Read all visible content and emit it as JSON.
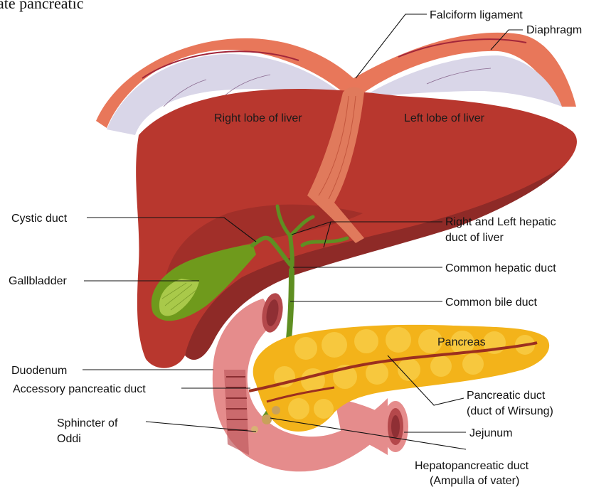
{
  "top_clipped_text": "ate pancreatic",
  "labels": {
    "falciform": "Falciform ligament",
    "diaphragm": "Diaphragm",
    "right_lobe": "Right lobe of liver",
    "left_lobe": "Left lobe of liver",
    "cystic_duct": "Cystic duct",
    "rl_hepatic_1": "Right and Left hepatic",
    "rl_hepatic_2": "duct of liver",
    "gallbladder": "Gallbladder",
    "common_hepatic": "Common hepatic duct",
    "common_bile": "Common bile duct",
    "pancreas": "Pancreas",
    "duodenum": "Duodenum",
    "accessory": "Accessory pancreatic duct",
    "pancreatic_duct_1": "Pancreatic duct",
    "pancreatic_duct_2": "(duct of Wirsung)",
    "sphincter_1": "Sphincter of",
    "sphincter_2": "Oddi",
    "jejunum": "Jejunum",
    "hepatopancreatic_1": "Hepatopancreatic duct",
    "hepatopancreatic_2": "(Ampulla of vater)"
  },
  "colors": {
    "liver": "#b8372e",
    "liver_shadow": "#8e2a27",
    "diaphragm": "#e8775a",
    "diaphragm_inner": "#d9d6e8",
    "falciform": "#e07a5c",
    "gallbladder": "#6f9a1c",
    "duct": "#5f8f22",
    "pancreas": "#f3b31a",
    "duodenum": "#e58c8c",
    "pancreatic_duct": "#9c2f1f"
  }
}
